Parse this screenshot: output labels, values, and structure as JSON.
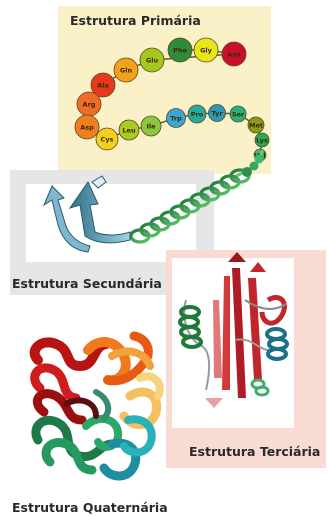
{
  "labels": {
    "primary": "Estrutura Primária",
    "secondary": "Estrutura Secundária",
    "tertiary": "Estrutura Terciária",
    "quaternary": "Estrutura Quaternária"
  },
  "amino_acids": [
    {
      "name": "Phe",
      "color": "#2e8b3a"
    },
    {
      "name": "Gly",
      "color": "#e6e619"
    },
    {
      "name": "Asn",
      "color": "#c8102e"
    },
    {
      "name": "Glu",
      "color": "#a5c81e"
    },
    {
      "name": "Gln",
      "color": "#f2a21a"
    },
    {
      "name": "Ala",
      "color": "#e5391c"
    },
    {
      "name": "Arg",
      "color": "#f06a28"
    },
    {
      "name": "Asp",
      "color": "#f07f1e"
    },
    {
      "name": "Cys",
      "color": "#f0d21e"
    },
    {
      "name": "Leu",
      "color": "#aacc22"
    },
    {
      "name": "Ile",
      "color": "#8dc63f"
    },
    {
      "name": "Trp",
      "color": "#3aa6d8"
    },
    {
      "name": "Pro",
      "color": "#27a8a0"
    },
    {
      "name": "Tyr",
      "color": "#2a9ab8"
    },
    {
      "name": "Ser",
      "color": "#28b07a"
    },
    {
      "name": "Met",
      "color": "#8c9a1a"
    },
    {
      "name": "Lys",
      "color": "#27a85a"
    },
    {
      "name": "Val",
      "color": "#3cb870"
    }
  ],
  "colors": {
    "primary_bg": "#fbf1c9",
    "secondary_bg": "#e4e4e4",
    "tertiary_bg": "#f8dcd3"
  }
}
